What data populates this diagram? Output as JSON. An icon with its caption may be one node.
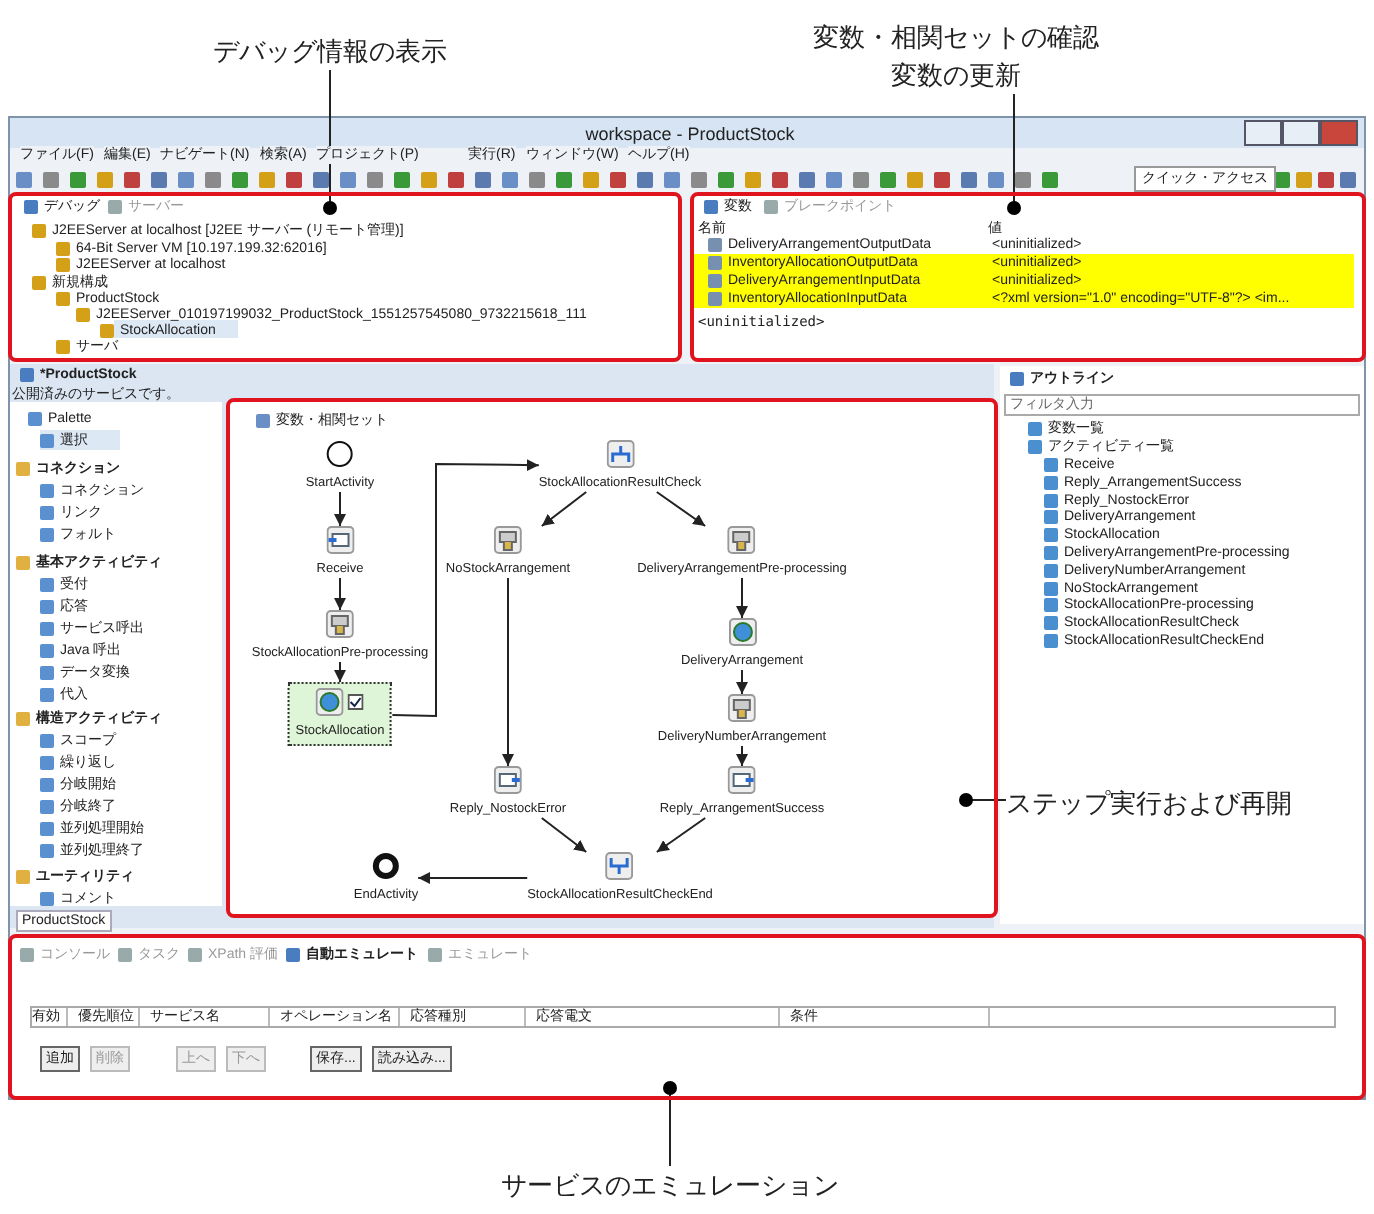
{
  "diagram": {
    "nodes": [
      {
        "text": [
          "デバッグ情報の表示"
        ]
      },
      {
        "text": [
          "変数・相関セットの確認",
          "変数の更新"
        ]
      },
      {
        "text": [],
        "shape": "box"
      },
      {
        "text": [],
        "shape": "box"
      },
      {
        "text": [],
        "shape": "box"
      },
      {
        "text": [
          "StartActivity"
        ],
        "in": 4
      },
      {
        "text": [
          "Receive"
        ],
        "in": 4
      },
      {
        "text": [
          "StockAllocationPre-processing"
        ],
        "in": 4
      },
      {
        "text": [
          "StockAllocation"
        ],
        "in": 4
      },
      {
        "text": [
          "StockAllocationResultCheck"
        ],
        "in": 4
      },
      {
        "text": [
          "NoStockArrangement"
        ],
        "in": 4
      },
      {
        "text": [
          "DeliveryArrangementPre-processing"
        ],
        "in": 4
      },
      {
        "text": [
          "DeliveryArrangement"
        ],
        "in": 4
      },
      {
        "text": [
          "DeliveryNumberArrangement"
        ],
        "in": 4
      },
      {
        "text": [
          "Reply_NostockError"
        ],
        "in": 4
      },
      {
        "text": [
          "Reply_ArrangementSuccess"
        ],
        "in": 4
      },
      {
        "text": [
          "StockAllocationResultCheckEnd"
        ],
        "in": 4
      },
      {
        "text": [
          "EndActivity"
        ],
        "in": 4
      },
      {
        "text": [
          "ステップ実行および再開"
        ]
      },
      {
        "text": [],
        "shape": "box"
      },
      {
        "text": [
          "サービスのエミュレーション"
        ]
      }
    ],
    "edges": [
      {
        "from": 0,
        "to": 2,
        "arrow": "other"
      },
      {
        "from": 1,
        "to": 3,
        "arrow": "other"
      },
      {
        "from": 18,
        "to": 4,
        "arrow": "other"
      },
      {
        "from": 20,
        "to": 19,
        "arrow": "other"
      },
      {
        "from": 5,
        "to": 6,
        "arrow": "to"
      },
      {
        "from": 6,
        "to": 7,
        "arrow": "to"
      },
      {
        "from": 7,
        "to": 8,
        "arrow": "to"
      },
      {
        "from": 8,
        "to": 9,
        "arrow": "to"
      },
      {
        "from": 9,
        "to": 10,
        "arrow": "to"
      },
      {
        "from": 9,
        "to": 11,
        "arrow": "to"
      },
      {
        "from": 11,
        "to": 12,
        "arrow": "to"
      },
      {
        "from": 12,
        "to": 13,
        "arrow": "to"
      },
      {
        "from": 13,
        "to": 15,
        "arrow": "to"
      },
      {
        "from": 10,
        "to": 14,
        "arrow": "to"
      },
      {
        "from": 14,
        "to": 16,
        "arrow": "to"
      },
      {
        "from": 15,
        "to": 16,
        "arrow": "to"
      },
      {
        "from": 16,
        "to": 17,
        "arrow": "to"
      }
    ],
    "labels": [
      "workspace - ProductStock",
      "ファイル(F)",
      "編集(E)",
      "ナビゲート(N)",
      "検索(A)",
      "プロジェクト(P)",
      "実行(R)",
      "ウィンドウ(W)",
      "ヘルプ(H)",
      "クイック・アクセス",
      "デバッグ",
      "サーバー",
      "J2EEServer at localhost [J2EE サーバー (リモート管理)]",
      "64-Bit Server VM [10.197.199.32:62016]",
      "J2EEServer at localhost",
      "新規構成",
      "ProductStock",
      "J2EEServer_010197199032_ProductStock_1551257545080_9732215618_111",
      "StockAllocation",
      "サーバ",
      "変数",
      "ブレークポイント",
      "名前",
      "値",
      "DeliveryArrangementOutputData",
      "<uninitialized>",
      "InventoryAllocationOutputData",
      "<uninitialized>",
      "DeliveryArrangementInputData",
      "<uninitialized>",
      "InventoryAllocationInputData",
      "<?xml version=\"1.0\" encoding=\"UTF-8\"?> <im...",
      "<uninitialized>",
      "*ProductStock",
      "公開済みのサービスです。",
      "Palette",
      "選択",
      "コネクション",
      "コネクション",
      "リンク",
      "フォルト",
      "基本アクティビティ",
      "受付",
      "応答",
      "サービス呼出",
      "Java 呼出",
      "データ変換",
      "代入",
      "構造アクティビティ",
      "スコープ",
      "繰り返し",
      "分岐開始",
      "分岐終了",
      "並列処理開始",
      "並列処理終了",
      "ユーティリティ",
      "コメント",
      "ProductStock",
      "変数・相関セット",
      "アウトライン",
      "フィルタ入力",
      "変数一覧",
      "アクティビティ一覧",
      "Receive",
      "Reply_ArrangementSuccess",
      "Reply_NostockError",
      "DeliveryArrangement",
      "StockAllocation",
      "DeliveryArrangementPre-processing",
      "DeliveryNumberArrangement",
      "NoStockArrangement",
      "StockAllocationPre-processing",
      "StockAllocationResultCheck",
      "StockAllocationResultCheckEnd",
      "コンソール",
      "タスク",
      "XPath 評価",
      "自動エミュレート",
      "エミュレート",
      "有効",
      "優先順位",
      "サービス名",
      "オペレーション名",
      "応答種別",
      "応答電文",
      "条件",
      "追加",
      "削除",
      "上へ",
      "下へ",
      "保存...",
      "読み込み..."
    ]
  }
}
